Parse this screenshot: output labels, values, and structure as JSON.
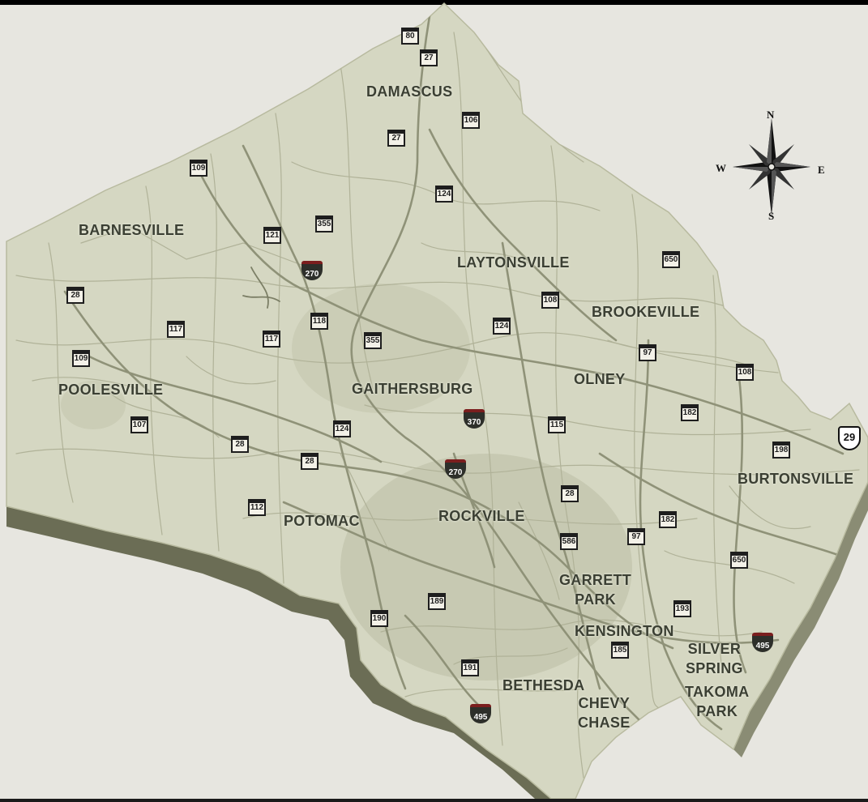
{
  "places": [
    {
      "id": "damascus",
      "lines": [
        "DAMASCUS"
      ]
    },
    {
      "id": "barnesville",
      "lines": [
        "BARNESVILLE"
      ]
    },
    {
      "id": "laytonsville",
      "lines": [
        "LAYTONSVILLE"
      ]
    },
    {
      "id": "brookeville",
      "lines": [
        "BROOKEVILLE"
      ]
    },
    {
      "id": "poolesville",
      "lines": [
        "POOLESVILLE"
      ]
    },
    {
      "id": "gaithersburg",
      "lines": [
        "GAITHERSBURG"
      ]
    },
    {
      "id": "olney",
      "lines": [
        "OLNEY"
      ]
    },
    {
      "id": "burtonsville",
      "lines": [
        "BURTONSVILLE"
      ]
    },
    {
      "id": "potomac",
      "lines": [
        "POTOMAC"
      ]
    },
    {
      "id": "rockville",
      "lines": [
        "ROCKVILLE"
      ]
    },
    {
      "id": "garrett-park",
      "lines": [
        "GARRETT",
        "PARK"
      ]
    },
    {
      "id": "kensington",
      "lines": [
        "KENSINGTON"
      ]
    },
    {
      "id": "silver-spring",
      "lines": [
        "SILVER",
        "SPRING"
      ]
    },
    {
      "id": "bethesda",
      "lines": [
        "BETHESDA"
      ]
    },
    {
      "id": "chevy-chase",
      "lines": [
        "CHEVY",
        "CHASE"
      ]
    },
    {
      "id": "takoma-park",
      "lines": [
        "TAKOMA",
        "PARK"
      ]
    }
  ],
  "state_routes": [
    "80",
    "27",
    "106",
    "27",
    "109",
    "124",
    "121",
    "355",
    "650",
    "28",
    "108",
    "117",
    "117",
    "118",
    "355",
    "124",
    "109",
    "97",
    "108",
    "182",
    "107",
    "124",
    "28",
    "28",
    "115",
    "198",
    "112",
    "28",
    "182",
    "97",
    "586",
    "650",
    "189",
    "193",
    "190",
    "185",
    "191"
  ],
  "interstates": [
    "270",
    "370",
    "270",
    "495",
    "495"
  ],
  "us_routes": [
    "29"
  ],
  "compass": {
    "n": "N",
    "s": "S",
    "e": "E",
    "w": "W"
  }
}
